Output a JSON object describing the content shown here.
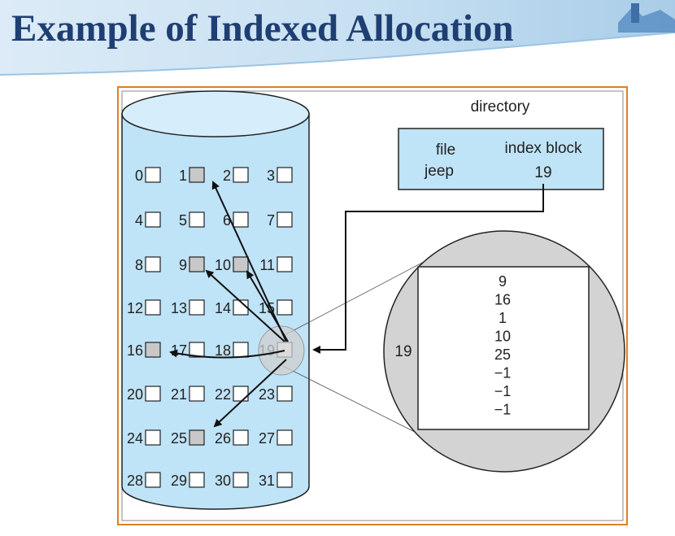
{
  "slide": {
    "title": "Example of Indexed Allocation"
  },
  "colors": {
    "title": "#1f3f73",
    "disk": "#bfe3f7",
    "directory": "#bfe3f7",
    "used_block": "#c8c8c8",
    "frame": "#d9822b"
  },
  "directory": {
    "caption": "directory",
    "col_file": "file",
    "col_index_block": "index block",
    "entry_file": "jeep",
    "entry_index_block": "19"
  },
  "disk": {
    "blocks": [
      {
        "n": "0",
        "used": false
      },
      {
        "n": "1",
        "used": true
      },
      {
        "n": "2",
        "used": false
      },
      {
        "n": "3",
        "used": false
      },
      {
        "n": "4",
        "used": false
      },
      {
        "n": "5",
        "used": false
      },
      {
        "n": "6",
        "used": false
      },
      {
        "n": "7",
        "used": false
      },
      {
        "n": "8",
        "used": false
      },
      {
        "n": "9",
        "used": true
      },
      {
        "n": "10",
        "used": true
      },
      {
        "n": "11",
        "used": false
      },
      {
        "n": "12",
        "used": false
      },
      {
        "n": "13",
        "used": false
      },
      {
        "n": "14",
        "used": false
      },
      {
        "n": "15",
        "used": false
      },
      {
        "n": "16",
        "used": true
      },
      {
        "n": "17",
        "used": false
      },
      {
        "n": "18",
        "used": false
      },
      {
        "n": "19",
        "used": false
      },
      {
        "n": "20",
        "used": false
      },
      {
        "n": "21",
        "used": false
      },
      {
        "n": "22",
        "used": false
      },
      {
        "n": "23",
        "used": false
      },
      {
        "n": "24",
        "used": false
      },
      {
        "n": "25",
        "used": true
      },
      {
        "n": "26",
        "used": false
      },
      {
        "n": "27",
        "used": false
      },
      {
        "n": "28",
        "used": false
      },
      {
        "n": "29",
        "used": false
      },
      {
        "n": "30",
        "used": false
      },
      {
        "n": "31",
        "used": false
      }
    ]
  },
  "index_block": {
    "label": "19",
    "entries": [
      "9",
      "16",
      "1",
      "10",
      "25",
      "−1",
      "−1",
      "−1"
    ]
  }
}
